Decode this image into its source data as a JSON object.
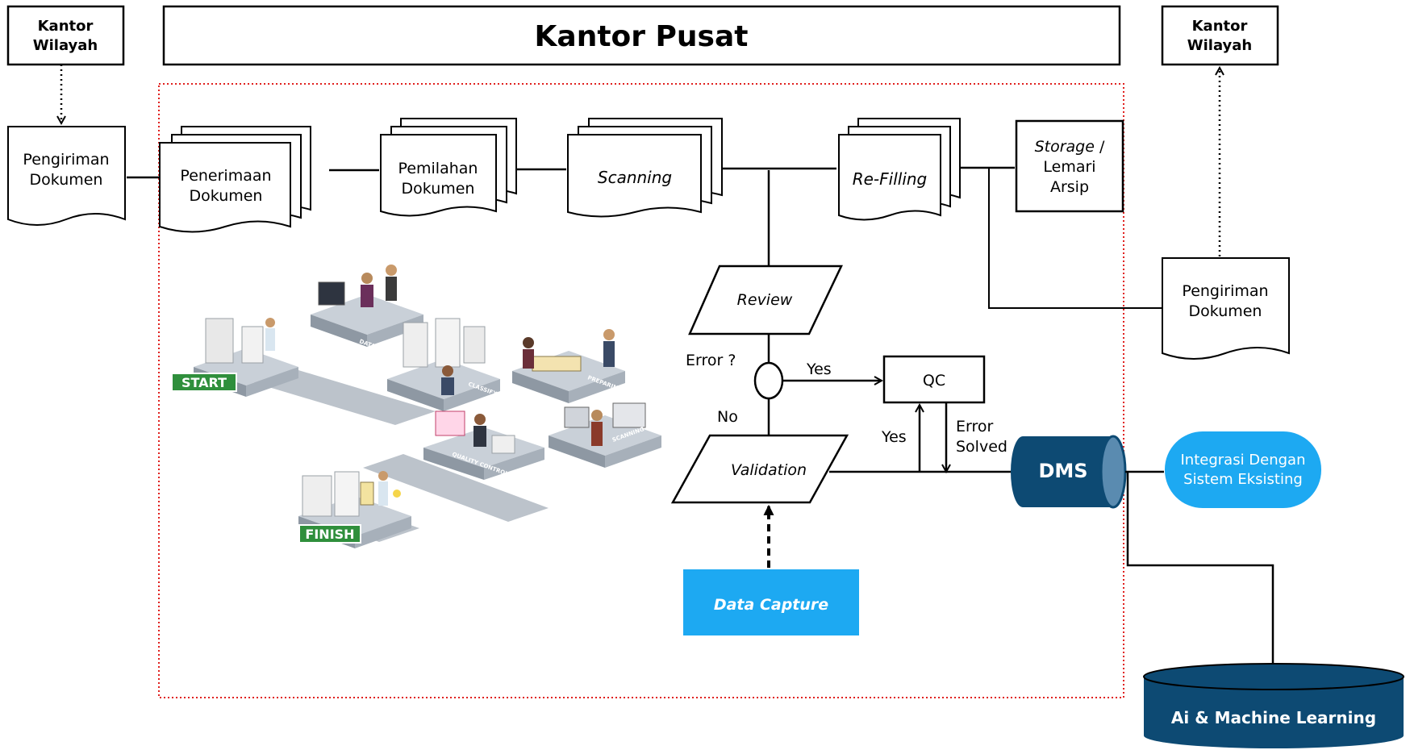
{
  "header": {
    "kantor_wilayah_left": [
      "Kantor",
      "Wilayah"
    ],
    "kantor_pusat": "Kantor Pusat",
    "kantor_wilayah_right": [
      "Kantor",
      "Wilayah"
    ]
  },
  "documents": {
    "pengiriman_left": [
      "Pengiriman",
      "Dokumen"
    ],
    "penerimaan": [
      "Penerimaan",
      "Dokumen"
    ],
    "pemilahan": [
      "Pemilahan",
      "Dokumen"
    ],
    "scanning": "Scanning",
    "refilling": "Re-Filling",
    "storage_italic": "Storage",
    "storage_rest": " /",
    "storage_lines": [
      "Lemari",
      "Arsip"
    ],
    "pengiriman_right": [
      "Pengiriman",
      "Dokumen"
    ]
  },
  "flow": {
    "review": "Review",
    "error_question": "Error ?",
    "yes_top": "Yes",
    "qc": "QC",
    "no": "No",
    "validation": "Validation",
    "yes_up": "Yes",
    "error_solved": [
      "Error",
      "Solved"
    ],
    "data_capture": "Data Capture"
  },
  "systems": {
    "dms": "DMS",
    "integrasi": [
      "Integrasi Dengan",
      "Sistem Eksisting"
    ],
    "ai": "Ai & Machine Learning"
  },
  "illustration": {
    "start_label": "START",
    "finish_label": "FINISH",
    "stations": [
      "DATA ENTRY",
      "CLASSIFYING",
      "PREPARING",
      "QUALITY CONTROL",
      "SCANNING"
    ]
  },
  "colors": {
    "accent_blue": "#1da9f2",
    "dms_navy": "#0d4a73",
    "frame_red": "#e0201e",
    "start_green": "#2f8f3c"
  }
}
